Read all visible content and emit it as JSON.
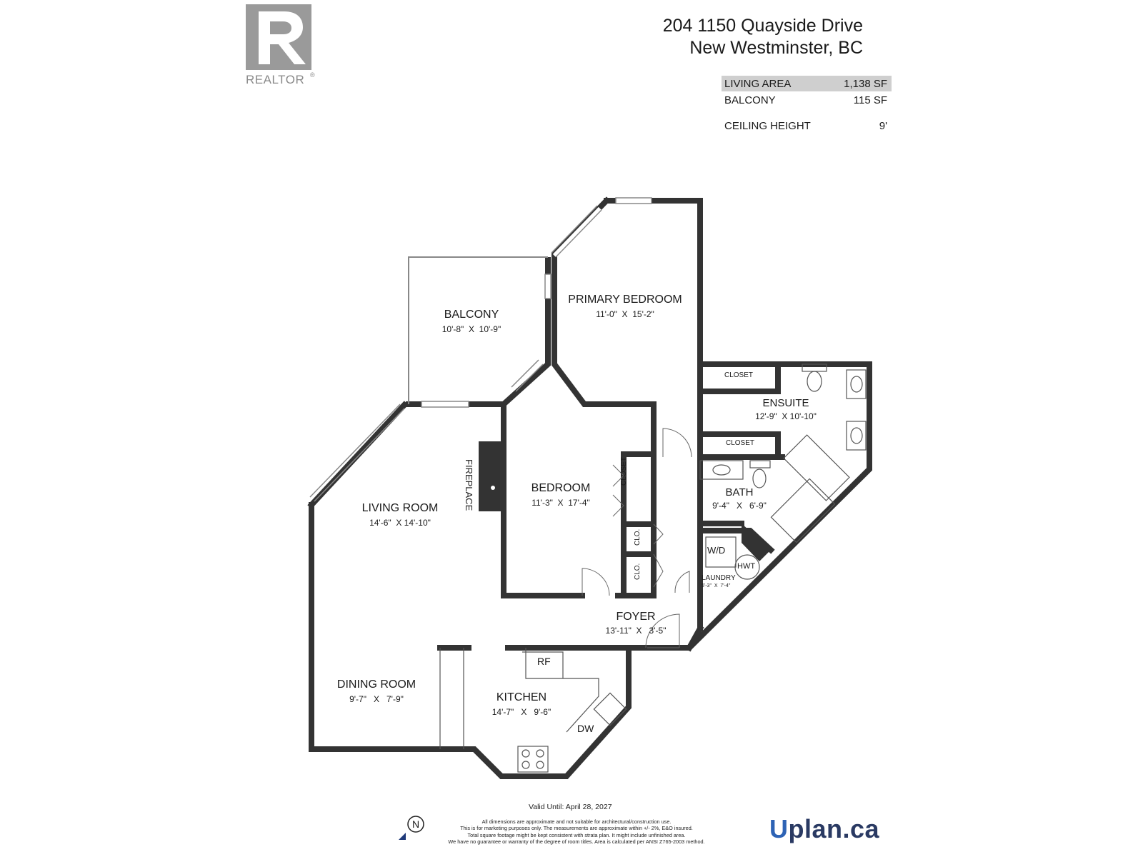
{
  "header": {
    "address_line1": "204 1150 Quayside Drive",
    "address_line2": "New Westminster, BC",
    "stats": [
      {
        "label": "LIVING AREA",
        "value": "1,138 SF",
        "highlight": true
      },
      {
        "label": "BALCONY",
        "value": "115 SF",
        "highlight": false
      },
      {
        "label": "CEILING HEIGHT",
        "value": "9'",
        "highlight": false
      }
    ]
  },
  "realtor": {
    "wordmark": "REALTOR",
    "letter": "R"
  },
  "rooms": {
    "balcony": {
      "name": "BALCONY",
      "dims": "10'-8\"  X  10'-9\""
    },
    "primary_bedroom": {
      "name": "PRIMARY BEDROOM",
      "dims": "11'-0\"  X  15'-2\""
    },
    "ensuite": {
      "name": "ENSUITE",
      "dims": "12'-9\"  X 10'-10\""
    },
    "bedroom": {
      "name": "BEDROOM",
      "dims": "11'-3\"  X  17'-4\""
    },
    "living_room": {
      "name": "LIVING ROOM",
      "dims": "14'-6\"  X 14'-10\""
    },
    "bath": {
      "name": "BATH",
      "dims": "9'-4\"   X   6'-9\""
    },
    "laundry": {
      "name": "LAUNDRY",
      "dims": "5'-3\"  X  7'-4\""
    },
    "foyer": {
      "name": "FOYER",
      "dims": "13'-11\"  X   3'-5\""
    },
    "dining_room": {
      "name": "DINING ROOM",
      "dims": "9'-7\"   X   7'-9\""
    },
    "kitchen": {
      "name": "KITCHEN",
      "dims": "14'-7\"   X   9'-6\""
    }
  },
  "labels": {
    "closet_top": "CLOSET",
    "closet_bottom": "CLOSET",
    "bedroom_closet": "CLOSET",
    "clo1": "CLO.",
    "clo2": "CLO.",
    "fireplace": "FIREPLACE",
    "wd": "W/D",
    "hwt": "HWT",
    "rf": "RF",
    "dw": "DW"
  },
  "footer": {
    "valid_until": "Valid Until: April 28, 2027",
    "north": "N",
    "disclaimer": [
      "All dimensions are approximate and not suitable for architectural/construction use.",
      "This is for marketing purposes only. The measurements are approximate within +/- 2%, E&O insured.",
      "Total square footage might be kept consistent with strata plan. It might include unfinished area.",
      "We have no guarantee or warranty of the degree of room titles. Area is calculated per ANSI Z765-2003 method."
    ],
    "brand_u": "U",
    "brand_rest": "plan.ca"
  },
  "colors": {
    "wall": "#333333",
    "realtor_gray": "#9a9a9a",
    "brand_blue": "#2e63b5",
    "brand_navy": "#2a3a63",
    "highlight": "#cfcfcf"
  }
}
